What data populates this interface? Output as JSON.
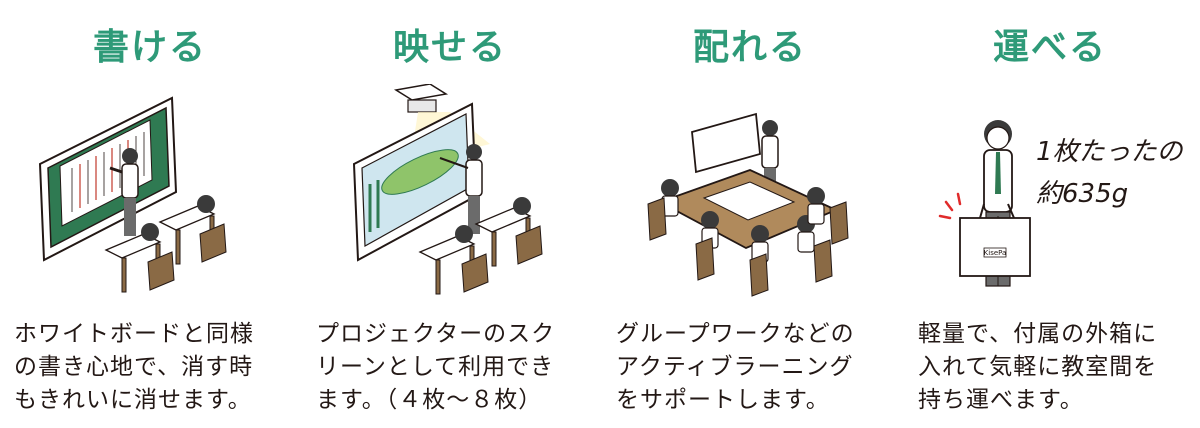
{
  "theme": {
    "accent": "#2e9a78",
    "ink": "#231815",
    "board_green": "#2f7a52",
    "desk_brown": "#8a6a45",
    "table_brown": "#b08a5c"
  },
  "features": [
    {
      "title": "書ける",
      "desc_lines": [
        "ホワイトボードと同様",
        "の書き心地で、消す時",
        "もきれいに消せます。"
      ],
      "illustration": "teacher-writing-on-blackboard-icon"
    },
    {
      "title": "映せる",
      "desc_lines": [
        "プロジェクターのスク",
        "リーンとして利用でき",
        "ます。（４枚～８枚）"
      ],
      "illustration": "projector-screen-icon"
    },
    {
      "title": "配れる",
      "desc_lines": [
        "グループワークなどの",
        "アクティブラーニング",
        "をサポートします。"
      ],
      "illustration": "group-work-table-icon"
    },
    {
      "title": "運べる",
      "desc_lines": [
        "軽量で、付属の外箱に",
        "入れて気軽に教室間を",
        "持ち運べます。"
      ],
      "illustration": "person-carrying-bag-icon",
      "handwritten": [
        "1枚たったの",
        "約635g"
      ],
      "bag_label": "KisePa"
    }
  ]
}
